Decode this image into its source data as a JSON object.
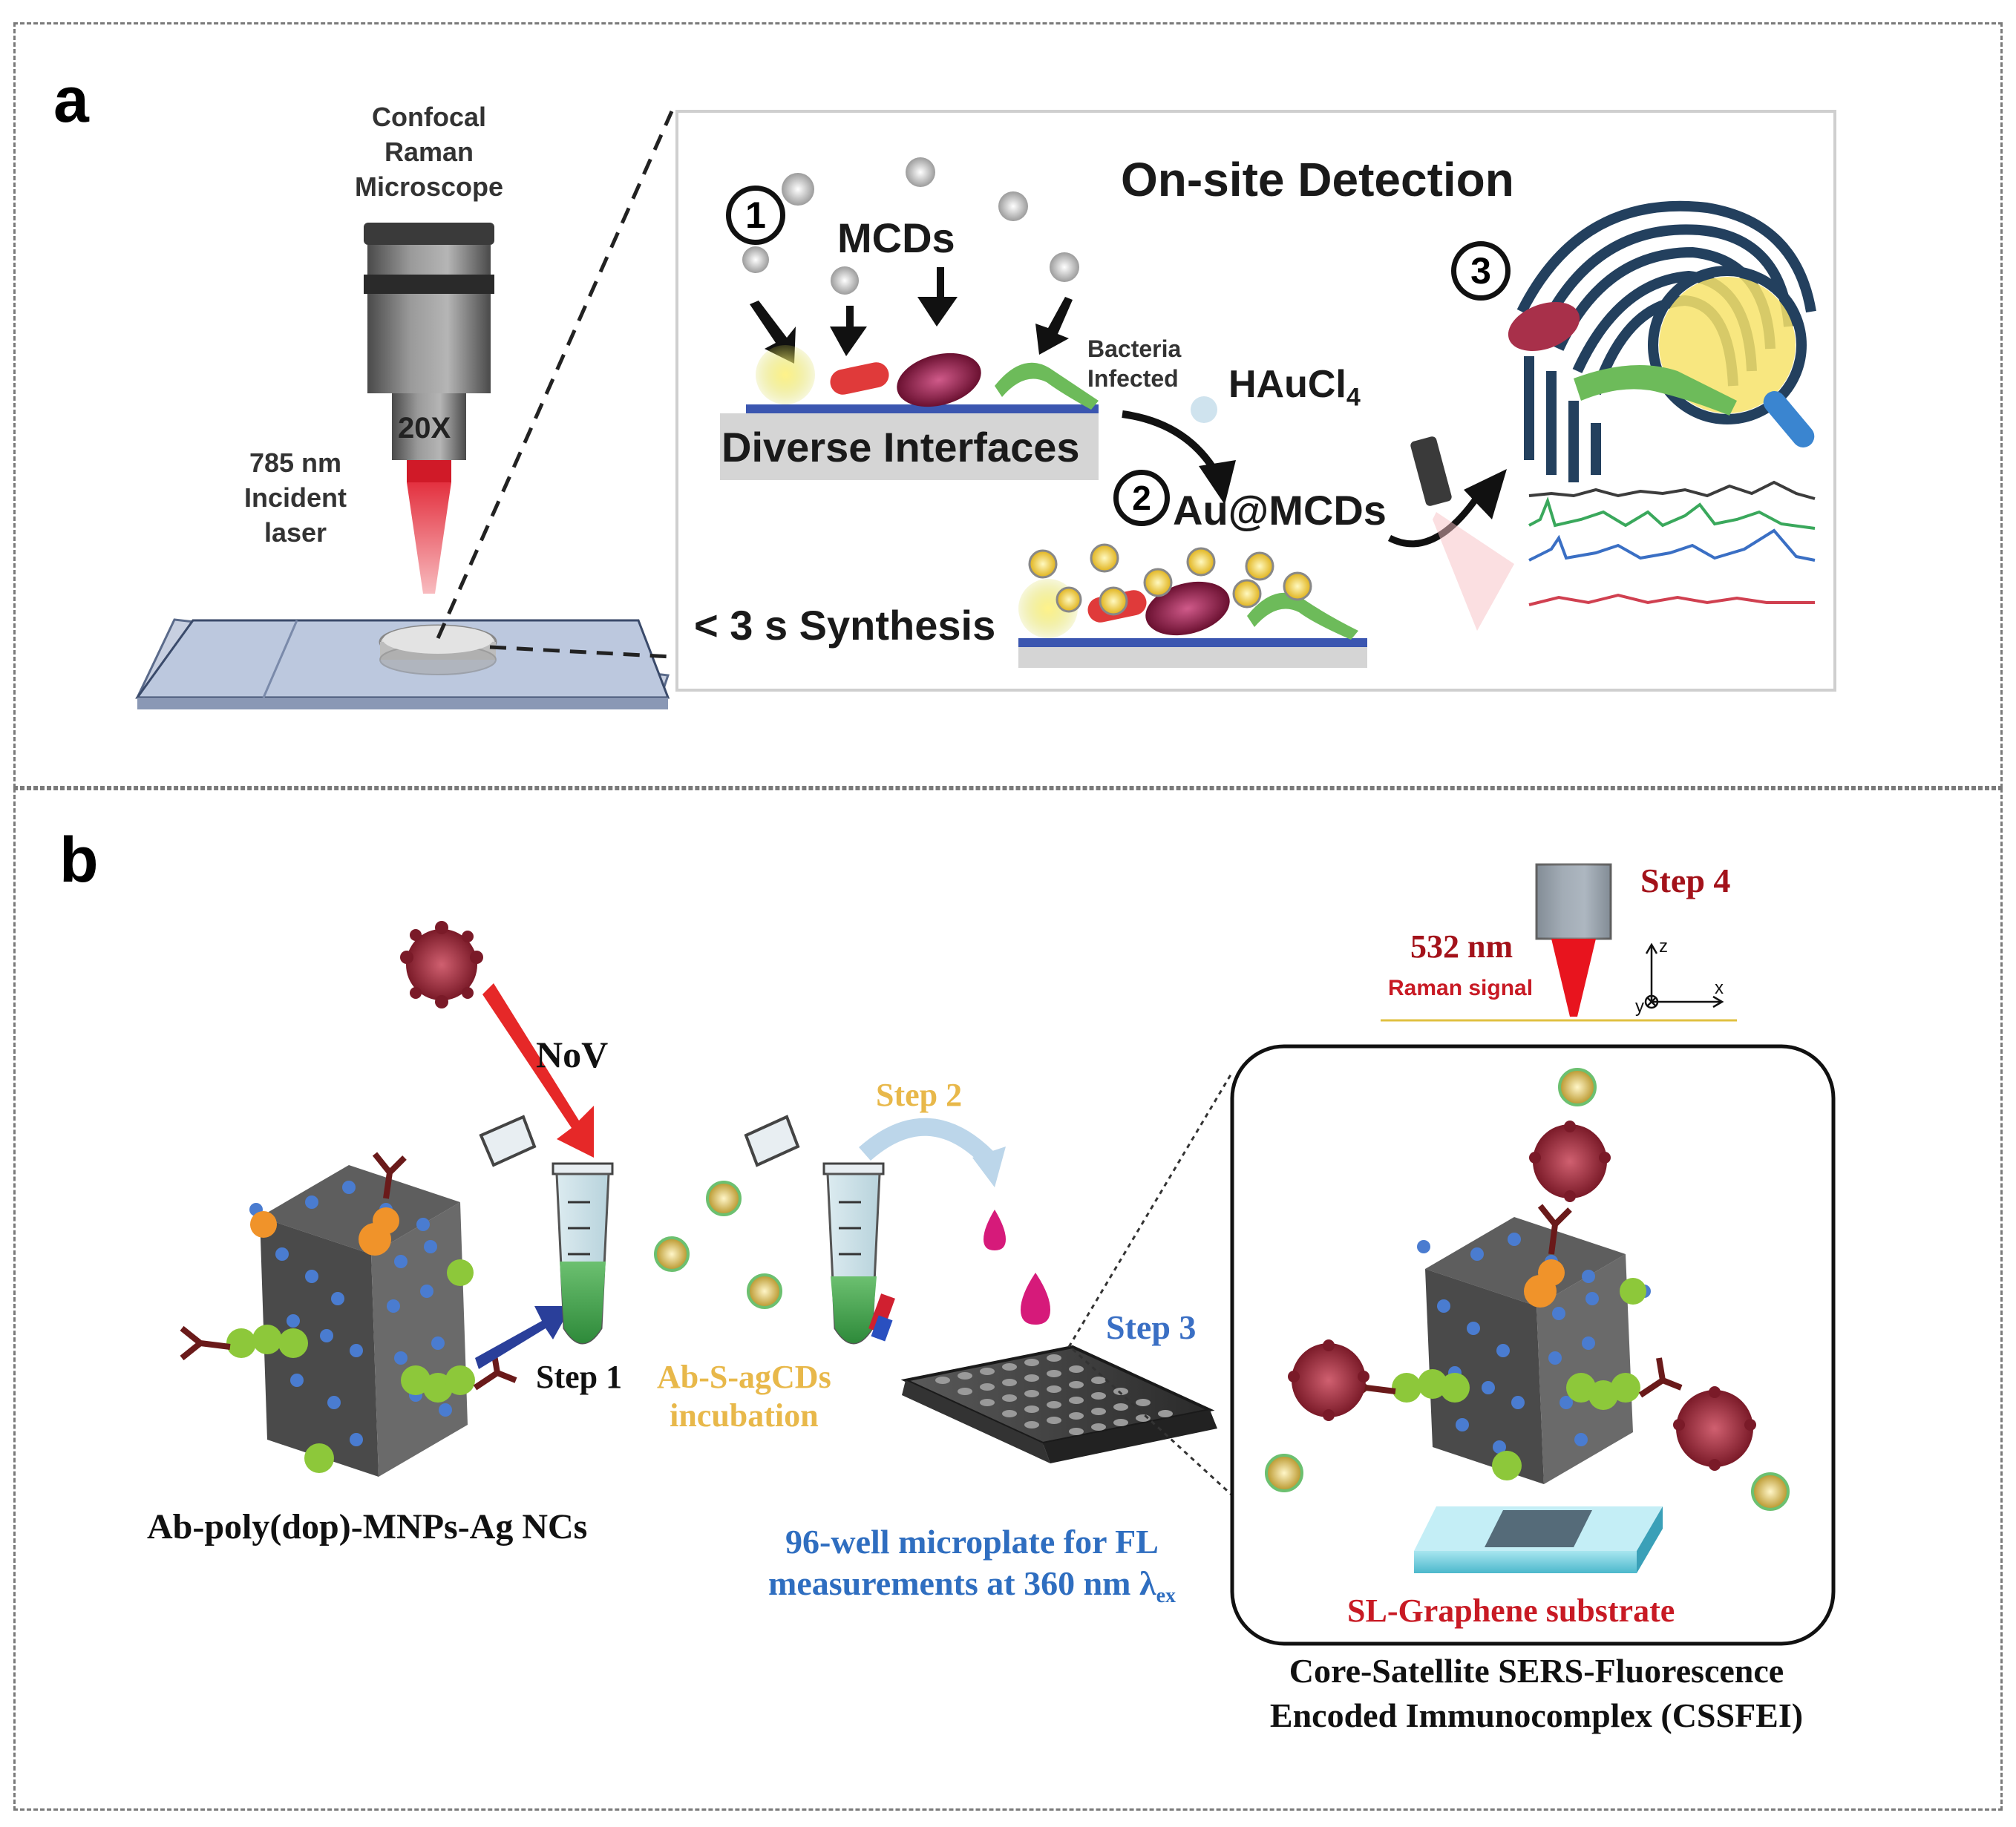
{
  "panel_a": {
    "label": "a",
    "microscope": {
      "title_lines": [
        "Confocal",
        "Raman",
        "Microscope"
      ],
      "objective": "20X",
      "laser_lines": [
        "785 nm",
        "Incident",
        "laser"
      ]
    },
    "inset": {
      "title": "On-site Detection",
      "step1_marker": "1",
      "step2_marker": "2",
      "step3_marker": "3",
      "mcds": "MCDs",
      "bacteria_lines": [
        "Bacteria",
        "Infected"
      ],
      "hauc": "HAuCl",
      "hauc_sub": "4",
      "interfaces": "Diverse Interfaces",
      "au_mcds": "Au@MCDs",
      "synthesis": "< 3 s Synthesis"
    }
  },
  "panel_b": {
    "label": "b",
    "nov": "NoV",
    "step1": "Step 1",
    "step2": "Step 2",
    "step3": "Step 3",
    "step4": "Step 4",
    "incubation_lines": [
      "Ab-S-agCDs",
      "incubation"
    ],
    "cube_caption": "Ab-poly(dop)-MNPs-Ag NCs",
    "microplate_lines": [
      "96-well microplate for FL",
      "measurements at 360 nm λ"
    ],
    "microplate_sub": "ex",
    "laser_wavelength": "532 nm",
    "raman_signal": "Raman signal",
    "axes": {
      "z": "z",
      "x": "x",
      "y": "y"
    },
    "substrate": "SL-Graphene substrate",
    "cssfei_lines": [
      "Core-Satellite SERS-Fluorescence",
      "Encoded Immunocomplex (CSSFEI)"
    ]
  },
  "colors": {
    "step2_orange": "#e8b84a",
    "step3_blue": "#3a6fc4",
    "dark_red": "#a3121a",
    "microplate_blue": "#2f6ec0"
  }
}
